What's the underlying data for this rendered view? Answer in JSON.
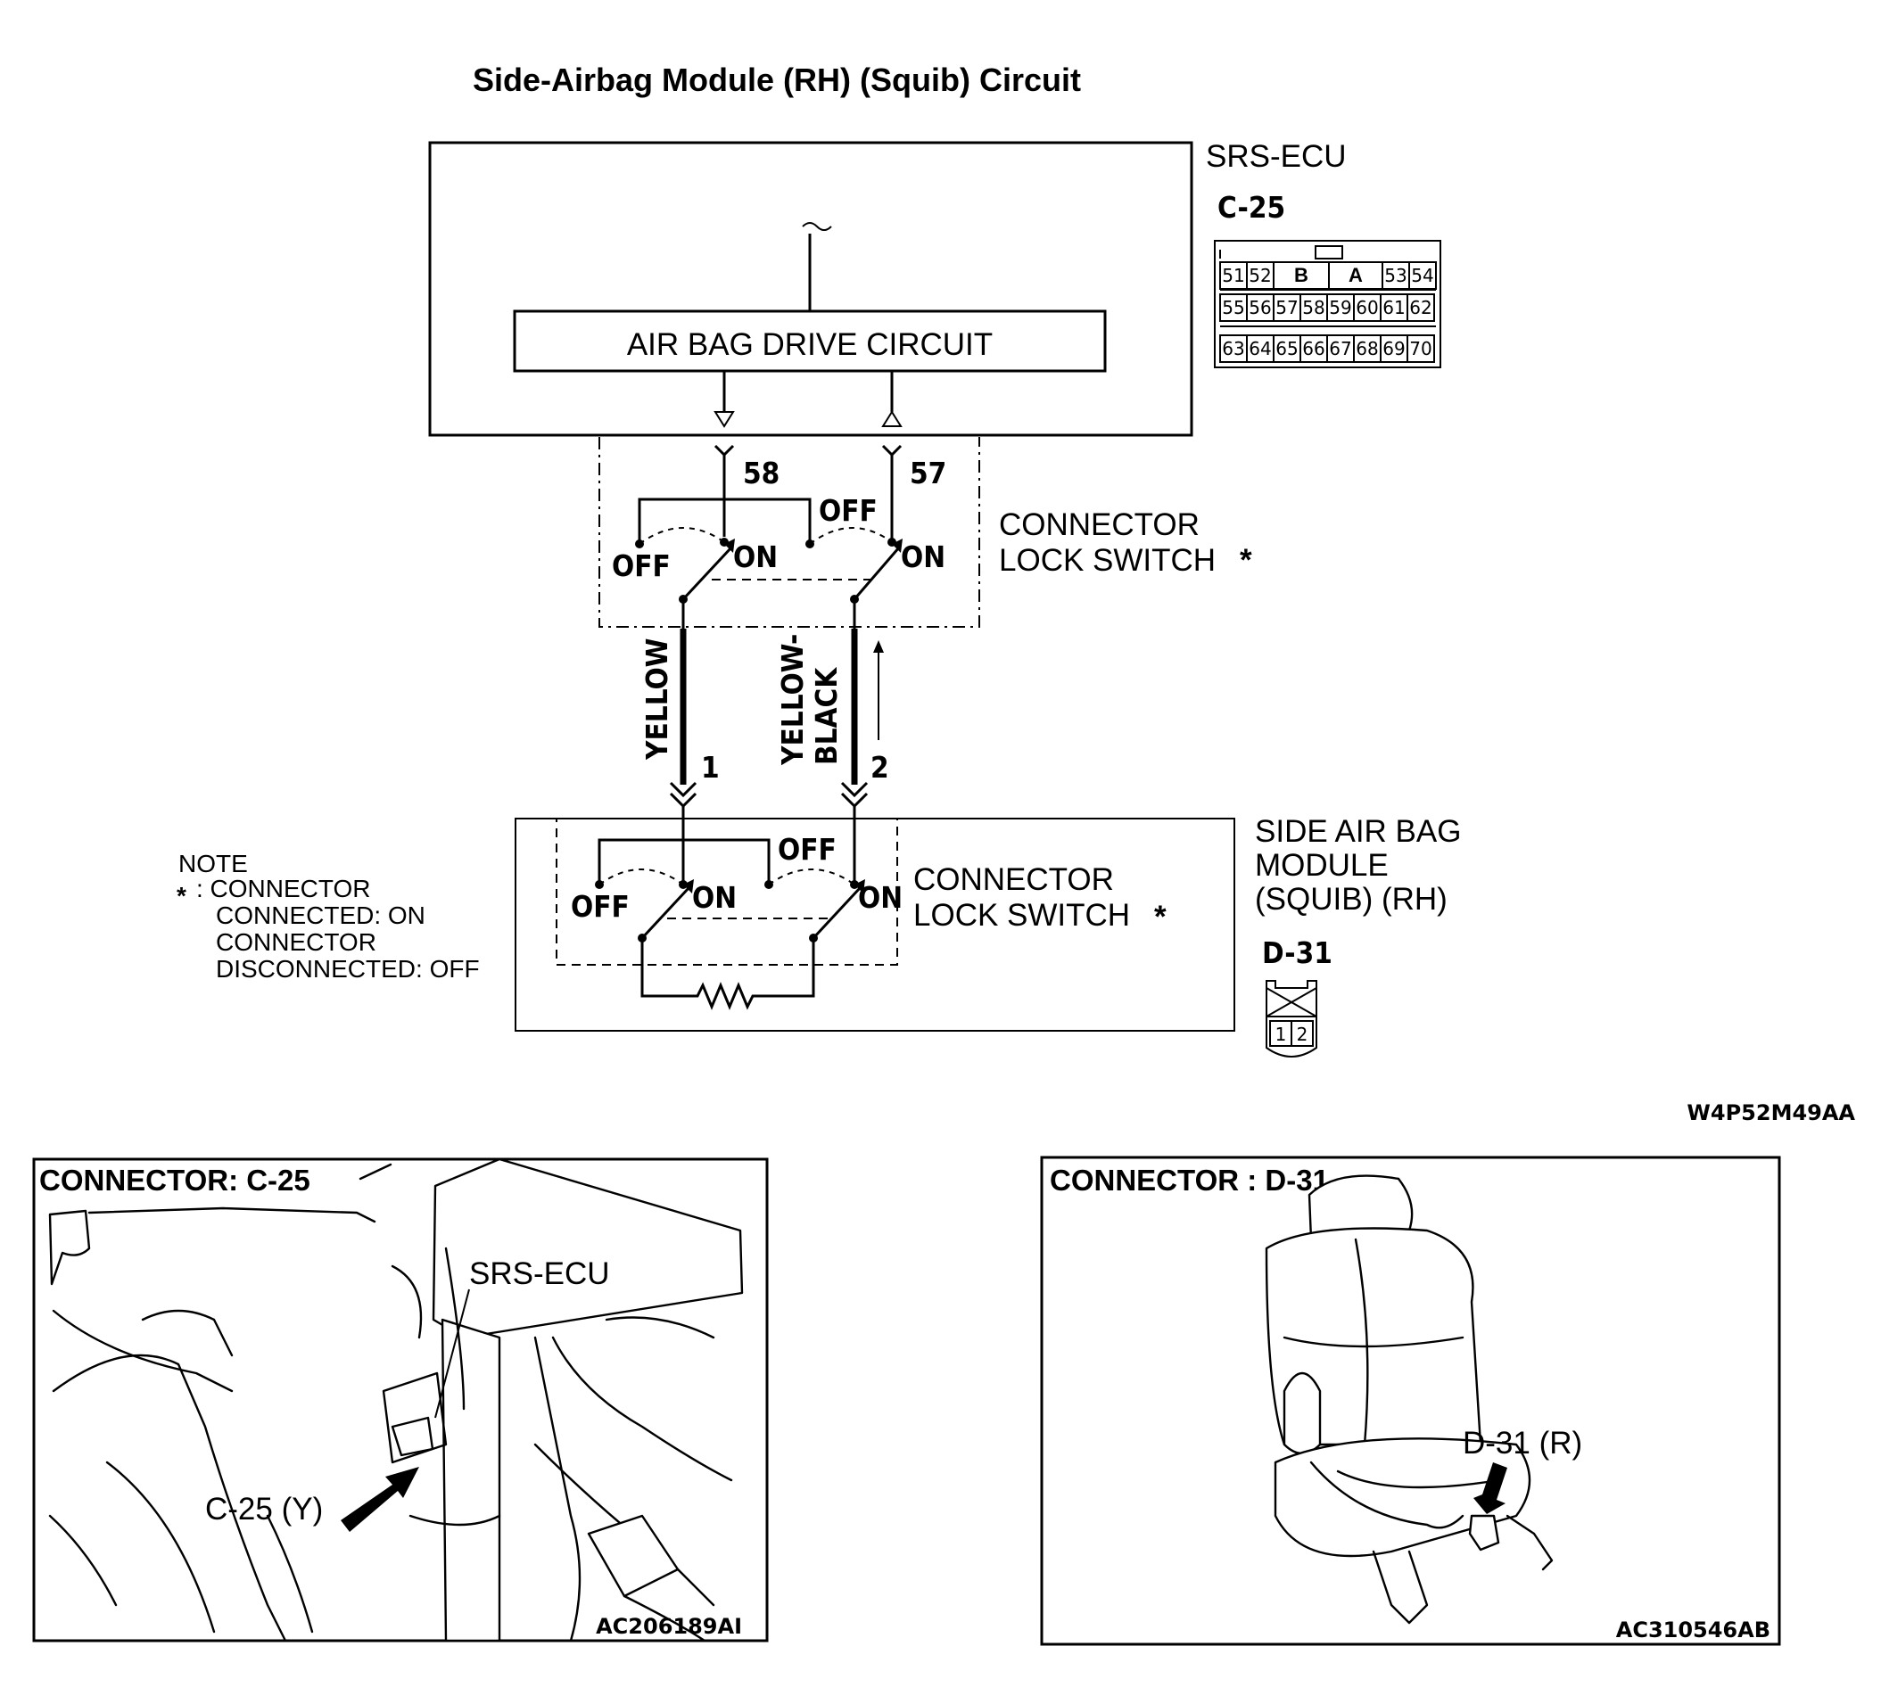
{
  "title": "Side-Airbag Module (RH) (Squib) Circuit",
  "ecu": {
    "name": "SRS-ECU",
    "connector_id": "C-25",
    "drive_circuit_label": "AIR BAG DRIVE CIRCUIT",
    "pin_high": "58",
    "pin_low": "57",
    "connector_pins_row1": [
      "51",
      "52",
      "B",
      "A",
      "53",
      "54"
    ],
    "connector_pins_row2": [
      "55",
      "56",
      "57",
      "58",
      "59",
      "60",
      "61",
      "62"
    ],
    "connector_pins_row3": [
      "63",
      "64",
      "65",
      "66",
      "67",
      "68",
      "69",
      "70"
    ]
  },
  "lock_switch": {
    "label_line1": "CONNECTOR",
    "label_line2": "LOCK SWITCH",
    "asterisk": "*",
    "state_off": "OFF",
    "state_on": "ON"
  },
  "wires": {
    "wire1_color": "YELLOW",
    "wire1_pin": "1",
    "wire2_color_line1": "YELLOW-",
    "wire2_color_line2": "BLACK",
    "wire2_pin": "2"
  },
  "module": {
    "name_line1": "SIDE AIR BAG",
    "name_line2": "MODULE",
    "name_line3": "(SQUIB) (RH)",
    "connector_id": "D-31",
    "connector_pins": [
      "1",
      "2"
    ]
  },
  "note": {
    "heading": "NOTE",
    "asterisk": "*",
    "line1": ": CONNECTOR",
    "line2": "CONNECTED: ON",
    "line3": "CONNECTOR",
    "line4": "DISCONNECTED: OFF"
  },
  "diagram_code": "W4P52M49AA",
  "panel_c25": {
    "header": "CONNECTOR: C-25",
    "ecu_label": "SRS-ECU",
    "connector_label": "C-25 (Y)",
    "code": "AC206189AI"
  },
  "panel_d31": {
    "header": "CONNECTOR : D-31",
    "connector_label": "D-31 (R)",
    "code": "AC310546AB"
  }
}
